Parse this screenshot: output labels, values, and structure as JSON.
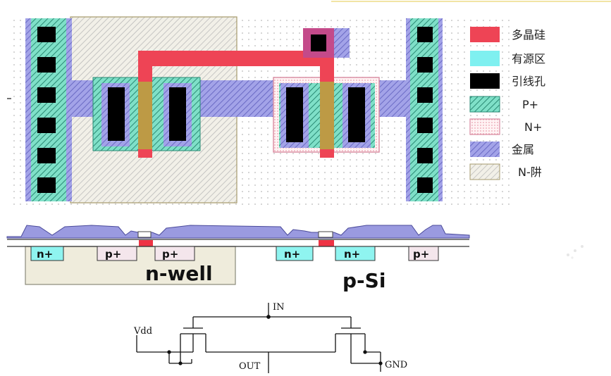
{
  "colors": {
    "poly": "#ee4455",
    "active": "#7ff0f0",
    "contact": "#000000",
    "p_plus": "#3ab09a",
    "n_plus": "#f4a8b6",
    "metal": "#9a9ae0",
    "n_well": "#e8e2cc",
    "hash": "#5a5ab8"
  },
  "legend": [
    {
      "key": "poly",
      "label": "多晶硅",
      "icon": "poly-swatch"
    },
    {
      "key": "active",
      "label": "有源区",
      "icon": "active-swatch"
    },
    {
      "key": "contact",
      "label": "引线孔",
      "icon": "contact-swatch"
    },
    {
      "key": "p_plus",
      "label": "P+",
      "icon": "p-plus-swatch"
    },
    {
      "key": "n_plus",
      "label": "N+",
      "icon": "n-plus-swatch"
    },
    {
      "key": "metal",
      "label": "金属",
      "icon": "metal-swatch"
    },
    {
      "key": "n_well",
      "label": "N-阱",
      "icon": "n-well-swatch"
    }
  ],
  "cross_section": {
    "regions": [
      "n+",
      "p+",
      "p+",
      "n+",
      "n+",
      "p+"
    ],
    "well_label": "n-well",
    "substrate_label": "p-Si"
  },
  "circuit": {
    "labels": {
      "vdd": "Vdd",
      "in": "IN",
      "out": "OUT",
      "gnd": "GND"
    }
  }
}
